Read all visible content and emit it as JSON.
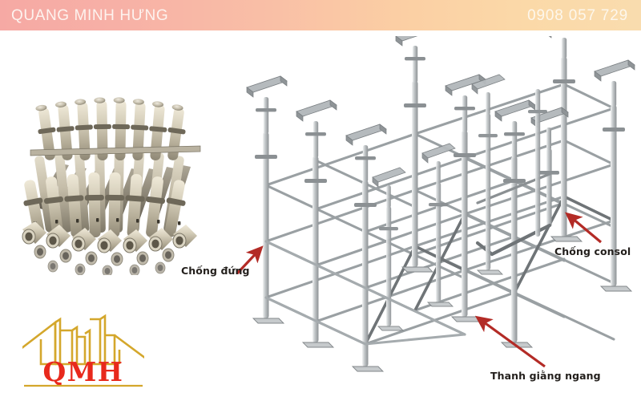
{
  "header": {
    "brand_title": "QUANG MINH HƯNG",
    "phone": "0908 057 729",
    "gradient_start": "#f6a9a4",
    "gradient_end": "#f9dcae",
    "text_color": "#fdf3ef"
  },
  "annotations": {
    "vertical_prop": "Chống đứng",
    "cantilever_bracket": "Chống consol",
    "horizontal_brace": "Thanh giằng ngang",
    "arrow_color": "#c1272d"
  },
  "photo": {
    "alt_name": "stack-of-galvanized-steel-shoring-props",
    "pipe_color": "#cfc8b4",
    "pipe_shadow": "#8d8675"
  },
  "diagram": {
    "alt_name": "isometric-ringlock-shoring-scaffold-system",
    "line_color": "#8d9295",
    "fill_color": "#c5c9cb",
    "highlight_color": "#6f7477"
  },
  "logo": {
    "wordmark": "QMH",
    "building_color": "#d4a72c",
    "wordmark_color": "#e8291c",
    "baseline_color": "#d4a72c"
  }
}
